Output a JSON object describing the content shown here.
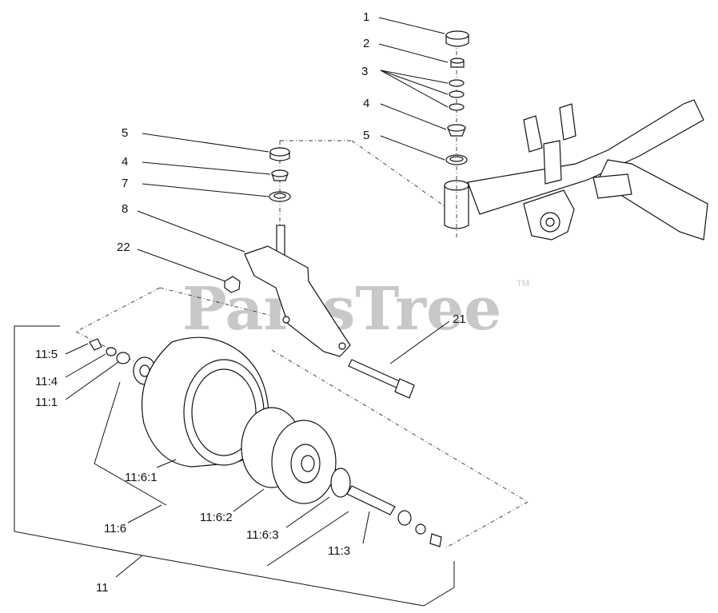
{
  "watermark": {
    "text": "PartsTree",
    "trademark": "TM"
  },
  "callouts": {
    "c1": "1",
    "c2": "2",
    "c3": "3",
    "c4a": "4",
    "c5a": "5",
    "c5b": "5",
    "c4b": "4",
    "c7": "7",
    "c8": "8",
    "c22": "22",
    "c21": "21",
    "c11_5": "11:5",
    "c11_4": "11:4",
    "c11_1": "11:1",
    "c11_6_1": "11:6:1",
    "c11_6": "11:6",
    "c11_6_2": "11:6:2",
    "c11_6_3": "11:6:3",
    "c11_3": "11:3",
    "c11": "11"
  },
  "parts": {
    "p1": "cap-icon",
    "p2": "nut-icon",
    "p3": "washer-icon",
    "p4": "bearing-cone-icon",
    "p5": "bearing-cup-icon",
    "p7": "seal-icon",
    "p8": "caster-fork-icon",
    "p21": "bolt-icon",
    "p22": "locknut-icon",
    "p11": "caster-wheel-icon",
    "frame": "frame-icon"
  }
}
